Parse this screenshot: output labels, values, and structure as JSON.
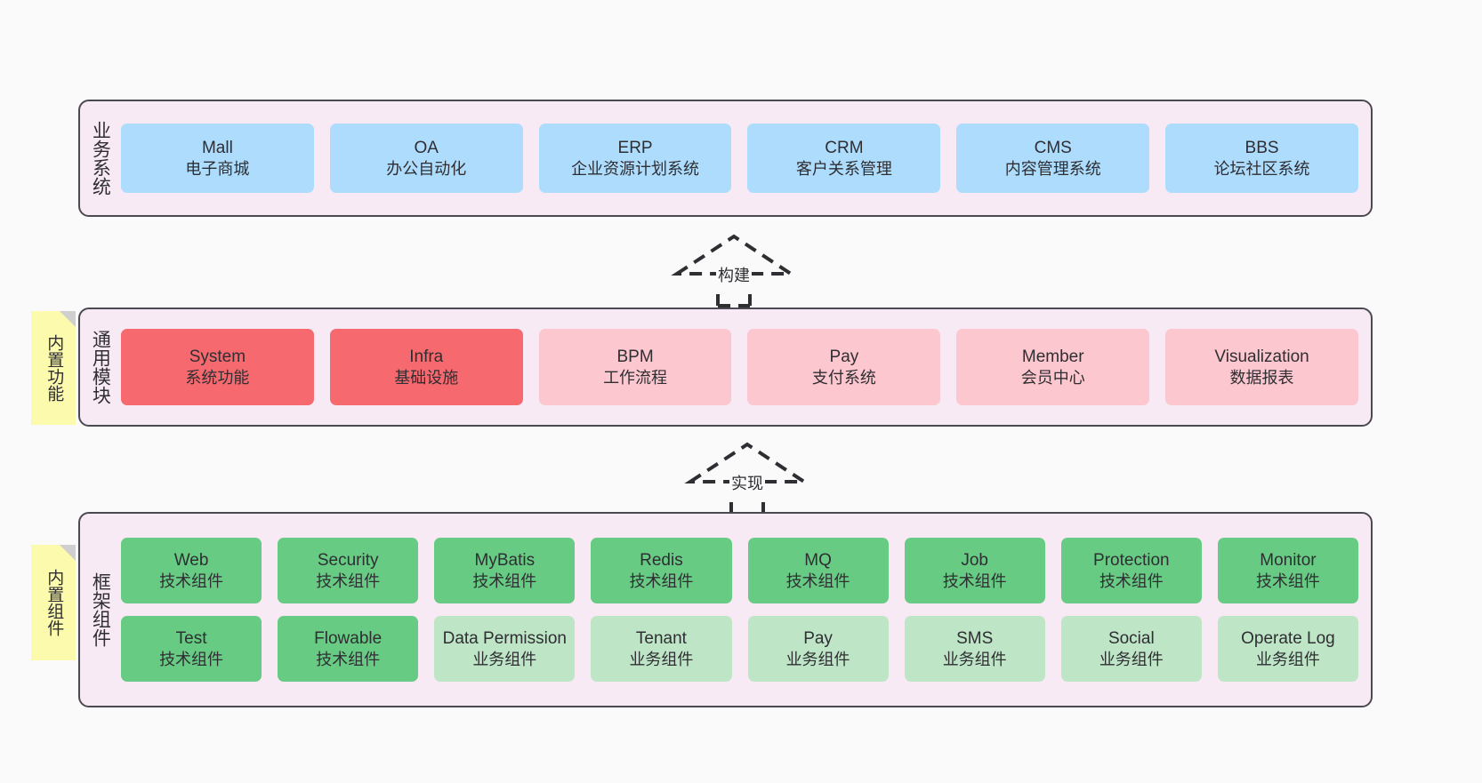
{
  "diagram": {
    "background_color": "#fafafa",
    "layer_bg_color": "#f8eaf4",
    "layer_border_color": "#4a4a52",
    "note_color": "#fcfbad"
  },
  "layers": [
    {
      "name": "business-systems",
      "title": "业务系统",
      "box_color": "#aedcfd",
      "boxes": [
        {
          "title": "Mall",
          "sub": "电子商城"
        },
        {
          "title": "OA",
          "sub": "办公自动化"
        },
        {
          "title": "ERP",
          "sub": "企业资源计划系统"
        },
        {
          "title": "CRM",
          "sub": "客户关系管理"
        },
        {
          "title": "CMS",
          "sub": "内容管理系统"
        },
        {
          "title": "BBS",
          "sub": "论坛社区系统"
        }
      ]
    },
    {
      "name": "common-modules",
      "title": "通用模块",
      "note": "内置功能",
      "core_color": "#f6696e",
      "ext_color": "#fcc7ce",
      "boxes": [
        {
          "title": "System",
          "sub": "系统功能",
          "variant": "core"
        },
        {
          "title": "Infra",
          "sub": "基础设施",
          "variant": "core"
        },
        {
          "title": "BPM",
          "sub": "工作流程",
          "variant": "ext"
        },
        {
          "title": "Pay",
          "sub": "支付系统",
          "variant": "ext"
        },
        {
          "title": "Member",
          "sub": "会员中心",
          "variant": "ext"
        },
        {
          "title": "Visualization",
          "sub": "数据报表",
          "variant": "ext"
        }
      ]
    },
    {
      "name": "framework-components",
      "title": "框架组件",
      "note": "内置组件",
      "tech_color": "#68cb83",
      "biz_color": "#bfe5c7",
      "row1": [
        {
          "title": "Web",
          "sub": "技术组件"
        },
        {
          "title": "Security",
          "sub": "技术组件"
        },
        {
          "title": "MyBatis",
          "sub": "技术组件"
        },
        {
          "title": "Redis",
          "sub": "技术组件"
        },
        {
          "title": "MQ",
          "sub": "技术组件"
        },
        {
          "title": "Job",
          "sub": "技术组件"
        },
        {
          "title": "Protection",
          "sub": "技术组件"
        },
        {
          "title": "Monitor",
          "sub": "技术组件"
        }
      ],
      "row2": [
        {
          "title": "Test",
          "sub": "技术组件"
        },
        {
          "title": "Flowable",
          "sub": "技术组件"
        },
        {
          "title": "Data Permission",
          "sub": "业务组件"
        },
        {
          "title": "Tenant",
          "sub": "业务组件"
        },
        {
          "title": "Pay",
          "sub": "业务组件"
        },
        {
          "title": "SMS",
          "sub": "业务组件"
        },
        {
          "title": "Social",
          "sub": "业务组件"
        },
        {
          "title": "Operate Log",
          "sub": "业务组件"
        }
      ]
    }
  ],
  "connectors": [
    {
      "name": "build-arrow",
      "label": "构建"
    },
    {
      "name": "implement-arrow",
      "label": "实现"
    }
  ]
}
